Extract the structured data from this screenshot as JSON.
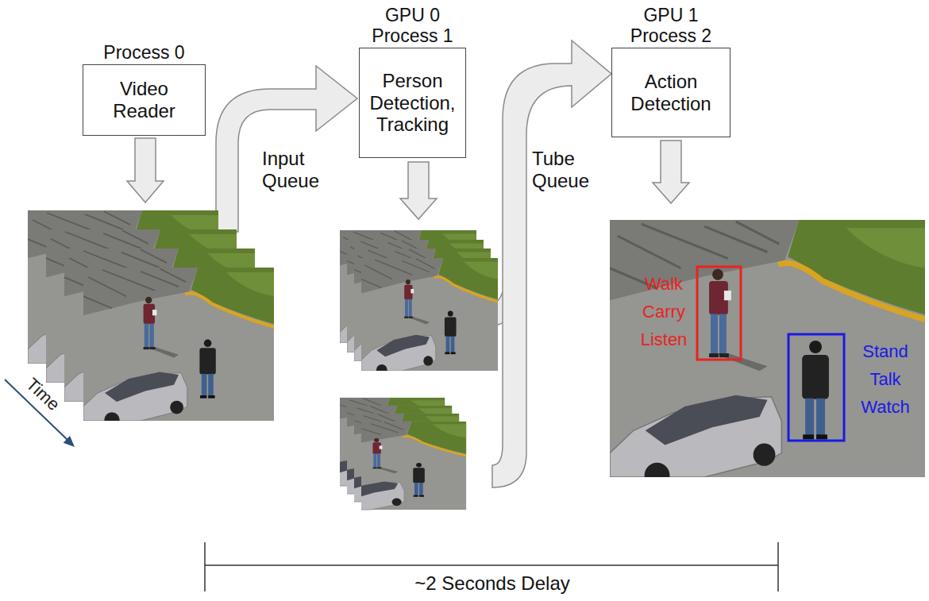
{
  "diagram": {
    "nodes": [
      {
        "text": [
          "Process 0",
          "Video Reader"
        ]
      },
      {
        "text": [
          "GPU 0 Process 1",
          "Person Detection, Tracking"
        ]
      },
      {
        "text": [
          "GPU 1 Process 2",
          "Action Detection"
        ]
      }
    ],
    "labels": [
      "Input Queue",
      "Tube Queue",
      "Time",
      "Walk Carry Listen",
      "Stand Talk Watch",
      "~2 Seconds Delay"
    ]
  }
}
